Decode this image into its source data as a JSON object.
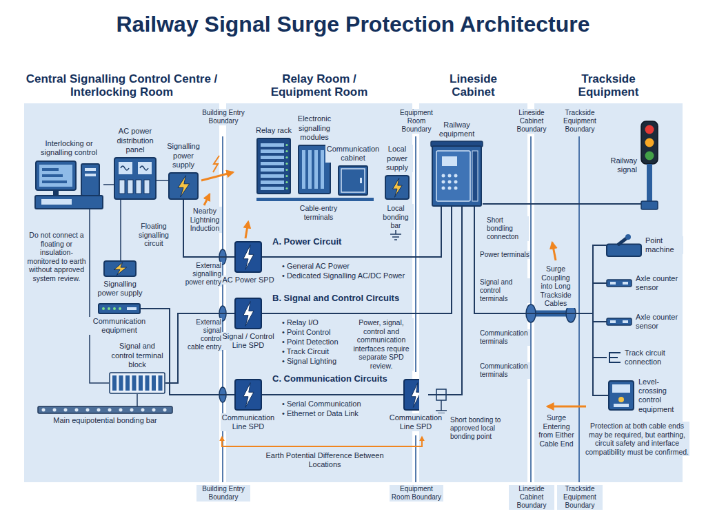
{
  "diagram": {
    "title": "Railway Signal Surge Protection Architecture",
    "nodes": [
      {
        "text": [
          "Central Signalling Control Centre / Interlocking Room"
        ]
      },
      {
        "text": [
          "Relay Room / Equipment Room"
        ]
      },
      {
        "text": [
          "Lineside Cabinet"
        ]
      },
      {
        "text": [
          "Trackside Equipment"
        ]
      },
      {
        "text": [
          "Interlocking or signalling control"
        ],
        "in": 0
      },
      {
        "text": [
          "AC power distribution panel"
        ],
        "in": 0
      },
      {
        "text": [
          "Signalling power supply"
        ],
        "in": 0
      },
      {
        "text": [
          "Signalling power supply"
        ],
        "in": 0
      },
      {
        "text": [
          "Communication equipment"
        ],
        "in": 0
      },
      {
        "text": [
          "Signal and control terminal block"
        ],
        "in": 0
      },
      {
        "text": [
          "Main equipotential bonding bar"
        ],
        "in": 0
      },
      {
        "text": [
          "Relay rack"
        ],
        "in": 1
      },
      {
        "text": [
          "Electronic signalling modules"
        ],
        "in": 1
      },
      {
        "text": [
          "Communication cabinet"
        ],
        "in": 1
      },
      {
        "text": [
          "Local power supply"
        ],
        "in": 1
      },
      {
        "text": [
          "AC Power SPD"
        ],
        "in": 1
      },
      {
        "text": [
          "Signal / Control Line SPD"
        ],
        "in": 1
      },
      {
        "text": [
          "Communication Line SPD"
        ],
        "in": 1
      },
      {
        "text": [
          "Communication Line SPD"
        ],
        "in": 1
      },
      {
        "text": [
          "Railway equipment"
        ],
        "in": 2
      },
      {
        "text": [
          "Railway signal"
        ],
        "in": 3
      },
      {
        "text": [
          "Point machine"
        ],
        "in": 3
      },
      {
        "text": [
          "Axle counter sensor"
        ],
        "in": 3
      },
      {
        "text": [
          "Axle counter sensor"
        ],
        "in": 3
      },
      {
        "text": [
          "Track circuit connection"
        ],
        "in": 3
      },
      {
        "text": [
          "Level-crossing control equipment"
        ],
        "in": 3
      }
    ],
    "edges": [
      {
        "from": 6,
        "to": 15,
        "arrow": "none"
      },
      {
        "from": 15,
        "to": 19,
        "arrow": "none"
      },
      {
        "from": 9,
        "to": 16,
        "arrow": "none"
      },
      {
        "from": 16,
        "to": 19,
        "arrow": "none"
      },
      {
        "from": 8,
        "to": 17,
        "arrow": "none"
      },
      {
        "from": 17,
        "to": 18,
        "arrow": "none"
      },
      {
        "from": 18,
        "to": 19,
        "arrow": "none"
      },
      {
        "from": 19,
        "to": 20,
        "arrow": "none"
      },
      {
        "from": 19,
        "to": 21,
        "arrow": "none"
      },
      {
        "from": 19,
        "to": 22,
        "arrow": "none"
      },
      {
        "from": 19,
        "to": 23,
        "arrow": "none"
      },
      {
        "from": 19,
        "to": 24,
        "arrow": "none"
      },
      {
        "from": 19,
        "to": 25,
        "arrow": "none"
      }
    ],
    "labels": [
      "Building Entry Boundary",
      "Equipment Room Boundary",
      "Lineside Cabinet Boundary",
      "Trackside Equipment Boundary",
      "Do not connect a floating or insulation-monitored to earth without approved system review.",
      "Floating signalling circuit",
      "Nearby Lightning Induction",
      "External signalling power entry",
      "External signal control cable entry",
      "Cable-entry terminals",
      "Local bonding bar",
      "A. Power Circuit",
      "• General AC Power",
      "• Dedicated Signalling AC/DC Power",
      "B. Signal and Control Circuits",
      "• Relay I/O",
      "• Point Control",
      "• Point Detection",
      "• Track Circuit",
      "• Signal Lighting",
      "Power, signal, control and communication interfaces require separate SPD review.",
      "C. Communication Circuits",
      "• Serial Communication",
      "• Ethernet or Data Link",
      "Earth Potential Difference Between Locations",
      "Short bondling connecton",
      "Power terminals",
      "Signal and control terminals",
      "Communication terminals",
      "Communication terminals",
      "Short bonding to approved local bonding point",
      "Surge Coupling into Long Trackside Cables",
      "Surge Entering from Either Cable End",
      "Protection at both cable ends may be required, but earthing, circuit safety and interface compatibility must be confirmed.",
      "Building Entry Boundary",
      "Equipment Room Boundary",
      "Lineside Cabinet Boundary",
      "Trackside Equipment Boundary"
    ]
  }
}
